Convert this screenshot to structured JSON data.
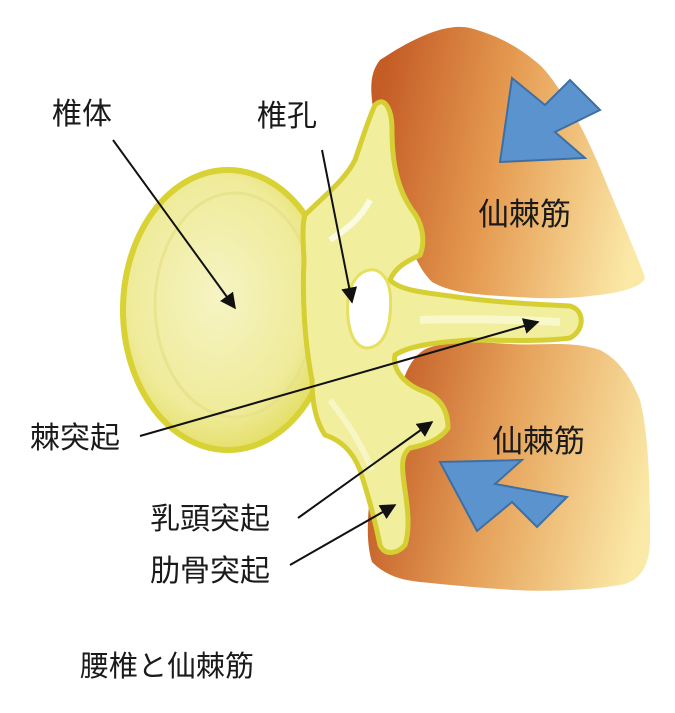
{
  "labels": {
    "vertebral_body": "椎体",
    "vertebral_foramen": "椎孔",
    "spinous_process": "棘突起",
    "mammillary_process": "乳頭突起",
    "costal_process": "肋骨突起",
    "multifidus_upper": "仙棘筋",
    "multifidus_lower": "仙棘筋"
  },
  "caption": "腰椎と仙棘筋",
  "colors": {
    "bone_fill": "#f3f0a8",
    "bone_edge": "#d8d234",
    "muscle_dark": "#cf6a2c",
    "muscle_light": "#fbe6a2",
    "arrow_fill": "#5b93cf",
    "arrow_edge": "#3e6fa3"
  }
}
